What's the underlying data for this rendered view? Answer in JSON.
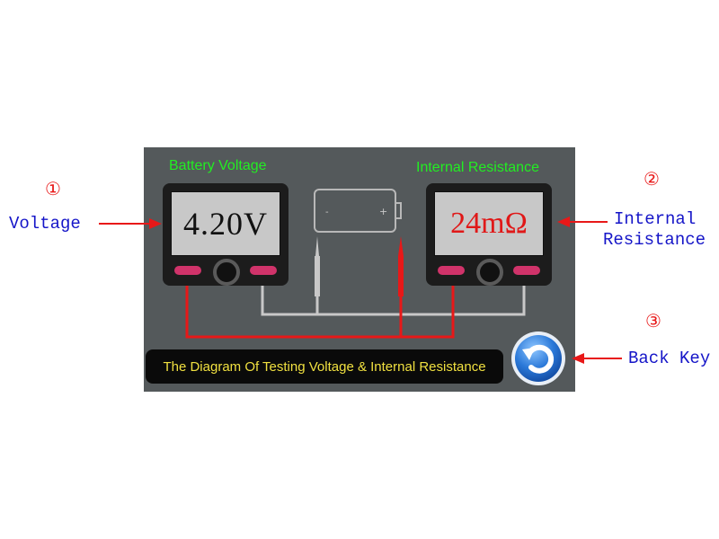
{
  "panel": {
    "left_title": "Battery Voltage",
    "right_title": "Internal Resistance",
    "voltage_reading": "4.20V",
    "resistance_reading": "24mΩ",
    "battery_minus": "-",
    "battery_plus": "+",
    "caption": "The Diagram Of Testing Voltage & Internal Resistance"
  },
  "callouts": [
    {
      "number": "①",
      "label": "Voltage"
    },
    {
      "number": "②",
      "label_line1": "Internal",
      "label_line2": "Resistance"
    },
    {
      "number": "③",
      "label": "Back Key"
    }
  ],
  "colors": {
    "panel_bg": "#54595b",
    "title_green": "#22ee22",
    "caption_yellow": "#f0e040",
    "reading_red": "#e01818",
    "label_blue": "#1515c8",
    "arrow_red": "#e81818",
    "wire_red": "#e81818",
    "wire_grey": "#c8c8c8",
    "button_pink": "#d0336a"
  },
  "icons": {
    "back_key": "back-arrow-icon",
    "battery": "battery-icon"
  }
}
